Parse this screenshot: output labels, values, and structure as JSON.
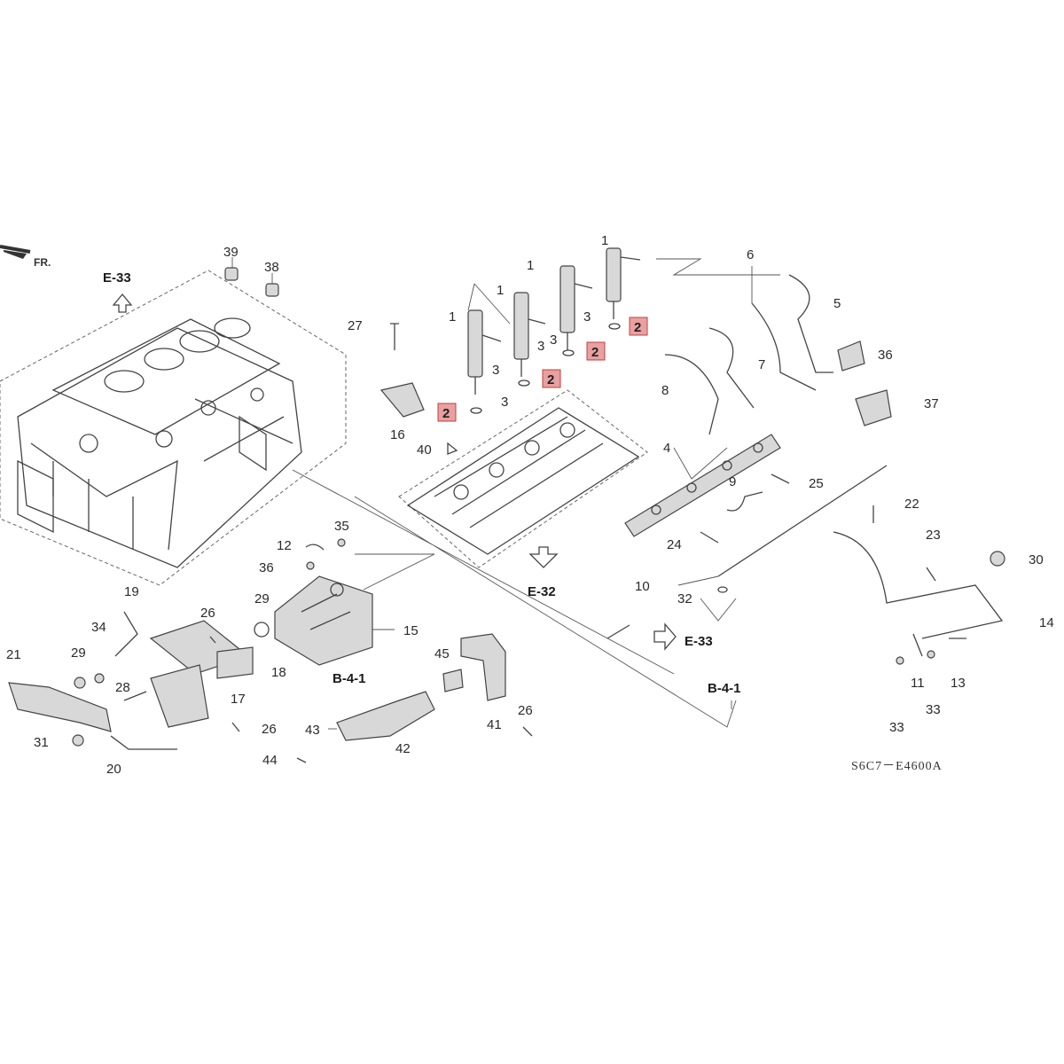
{
  "diagram": {
    "code": "S6C7－E4600A",
    "fr_label": "FR.",
    "refs": {
      "e33_top": "E-33",
      "e32": "E-32",
      "e33_right": "E-33",
      "b41_left": "B-4-1",
      "b41_right": "B-4-1"
    },
    "highlight_label": "2",
    "labels": {
      "n1a": "1",
      "n1b": "1",
      "n1c": "1",
      "n1d": "1",
      "n3a": "3",
      "n3b": "3",
      "n3c": "3",
      "n3d": "3",
      "n3e": "3",
      "n4": "4",
      "n5": "5",
      "n6": "6",
      "n7": "7",
      "n8": "8",
      "n9": "9",
      "n10": "10",
      "n11": "11",
      "n12": "12",
      "n13": "13",
      "n14": "14",
      "n15": "15",
      "n16": "16",
      "n17": "17",
      "n18": "18",
      "n19": "19",
      "n20": "20",
      "n21": "21",
      "n22": "22",
      "n23": "23",
      "n24": "24",
      "n25": "25",
      "n26a": "26",
      "n26b": "26",
      "n26c": "26",
      "n27": "27",
      "n28": "28",
      "n29a": "29",
      "n29b": "29",
      "n30": "30",
      "n31": "31",
      "n32": "32",
      "n33a": "33",
      "n33b": "33",
      "n34": "34",
      "n35": "35",
      "n36a": "36",
      "n36b": "36",
      "n37": "37",
      "n38": "38",
      "n39": "39",
      "n40": "40",
      "n41": "41",
      "n42": "42",
      "n43": "43",
      "n44": "44",
      "n45": "45"
    }
  }
}
